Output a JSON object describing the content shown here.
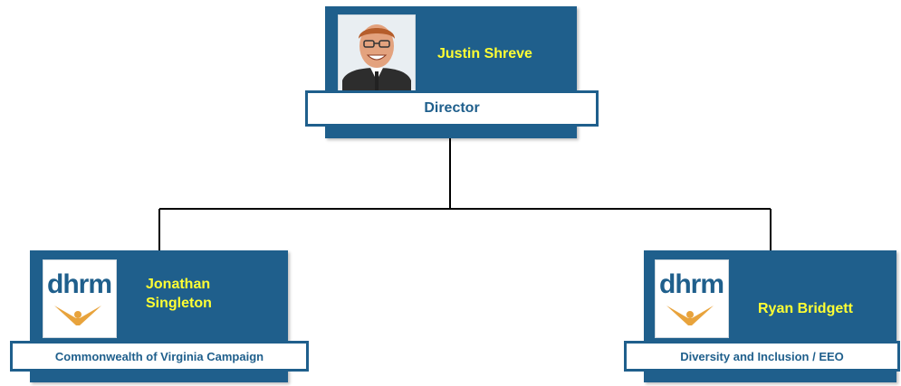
{
  "director": {
    "name": "Justin Shreve",
    "title": "Director",
    "photo_icon": "person-photo"
  },
  "reports": [
    {
      "name_line1": "Jonathan",
      "name_line2": "Singleton",
      "title": "Commonwealth of Virginia Campaign",
      "logo_text": "dhrm"
    },
    {
      "name": "Ryan Bridgett",
      "title": "Diversity and Inclusion / EEO",
      "logo_text": "dhrm"
    }
  ],
  "colors": {
    "card": "#1f5f8c",
    "name_text": "#ffff33",
    "title_text": "#1f5f8c",
    "logo_orange": "#e8a33c"
  }
}
